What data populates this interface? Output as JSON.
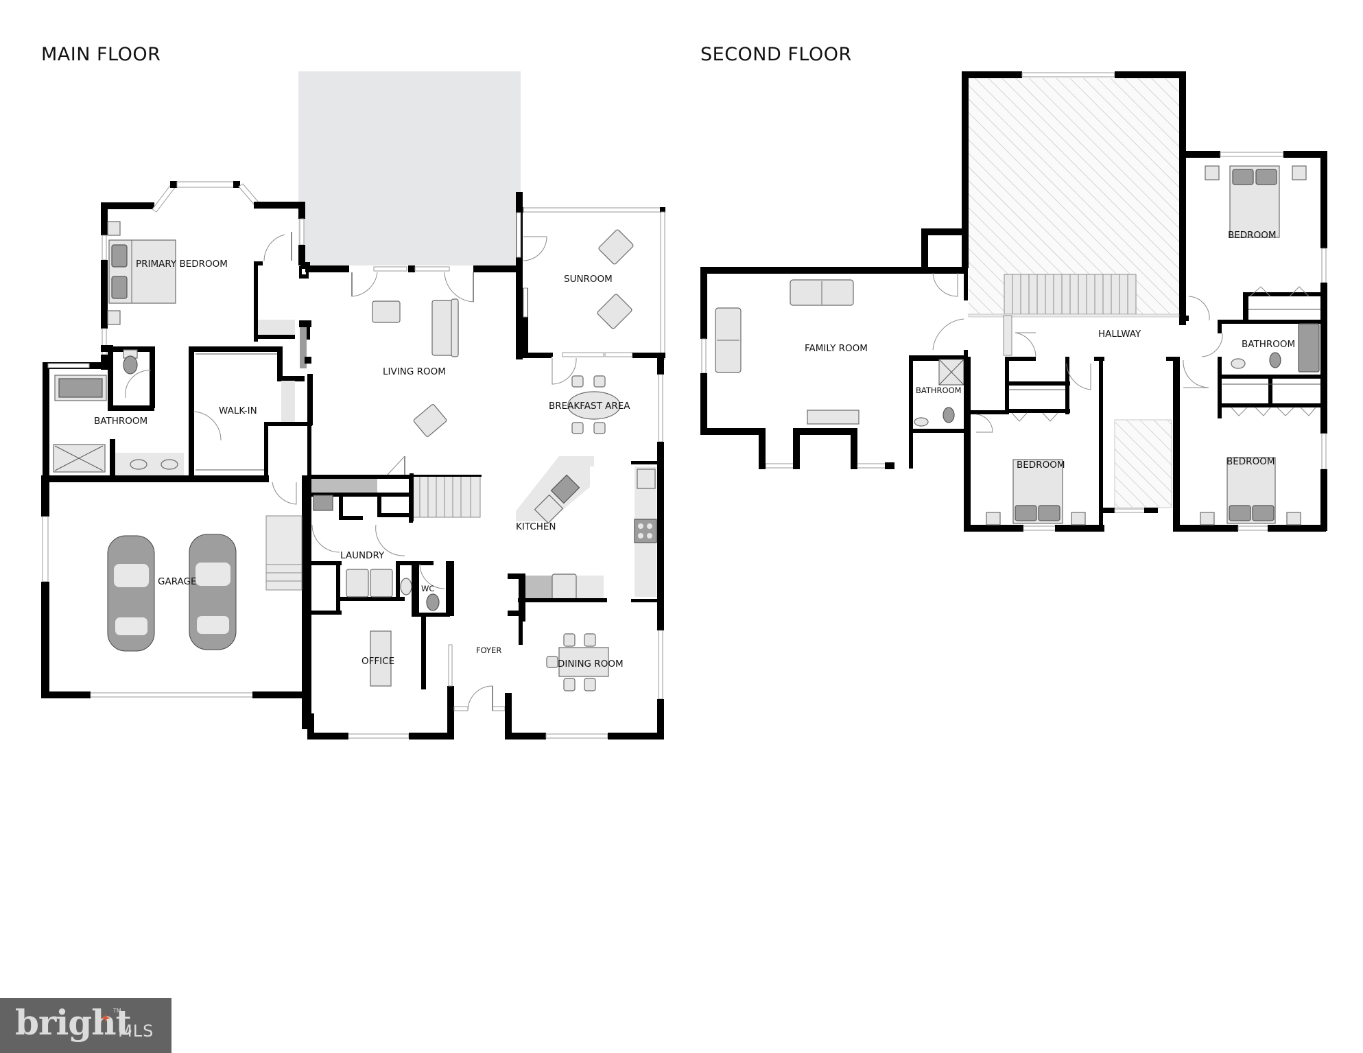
{
  "main_floor": {
    "title": "MAIN FLOOR",
    "rooms": {
      "primary_bedroom": "PRIMARY BEDROOM",
      "bathroom": "BATHROOM",
      "walk_in": "WALK-IN",
      "living_room": "LIVING ROOM",
      "sunroom": "SUNROOM",
      "breakfast_area": "BREAKFAST AREA",
      "kitchen": "KITCHEN",
      "garage": "GARAGE",
      "laundry": "LAUNDRY",
      "wc": "WC",
      "office": "OFFICE",
      "foyer": "FOYER",
      "dining_room": "DINING ROOM"
    }
  },
  "second_floor": {
    "title": "SECOND FLOOR",
    "rooms": {
      "family_room": "FAMILY ROOM",
      "bathroom_family": "BATHROOM",
      "hallway": "HALLWAY",
      "bedroom_ne": "BEDROOM",
      "bathroom_hall": "BATHROOM",
      "bedroom_sw": "BEDROOM",
      "bedroom_se": "BEDROOM"
    }
  },
  "colors": {
    "wall": "#000000",
    "deck_fill": "#e6e7e8",
    "furniture_fill": "#e6e6e6",
    "furniture_dark": "#9c9c9c",
    "logo_bg": "#636363",
    "logo_star": "#d9532c"
  },
  "logo": {
    "brand": "bright",
    "suffix": "MLS",
    "trademark": "TM"
  }
}
